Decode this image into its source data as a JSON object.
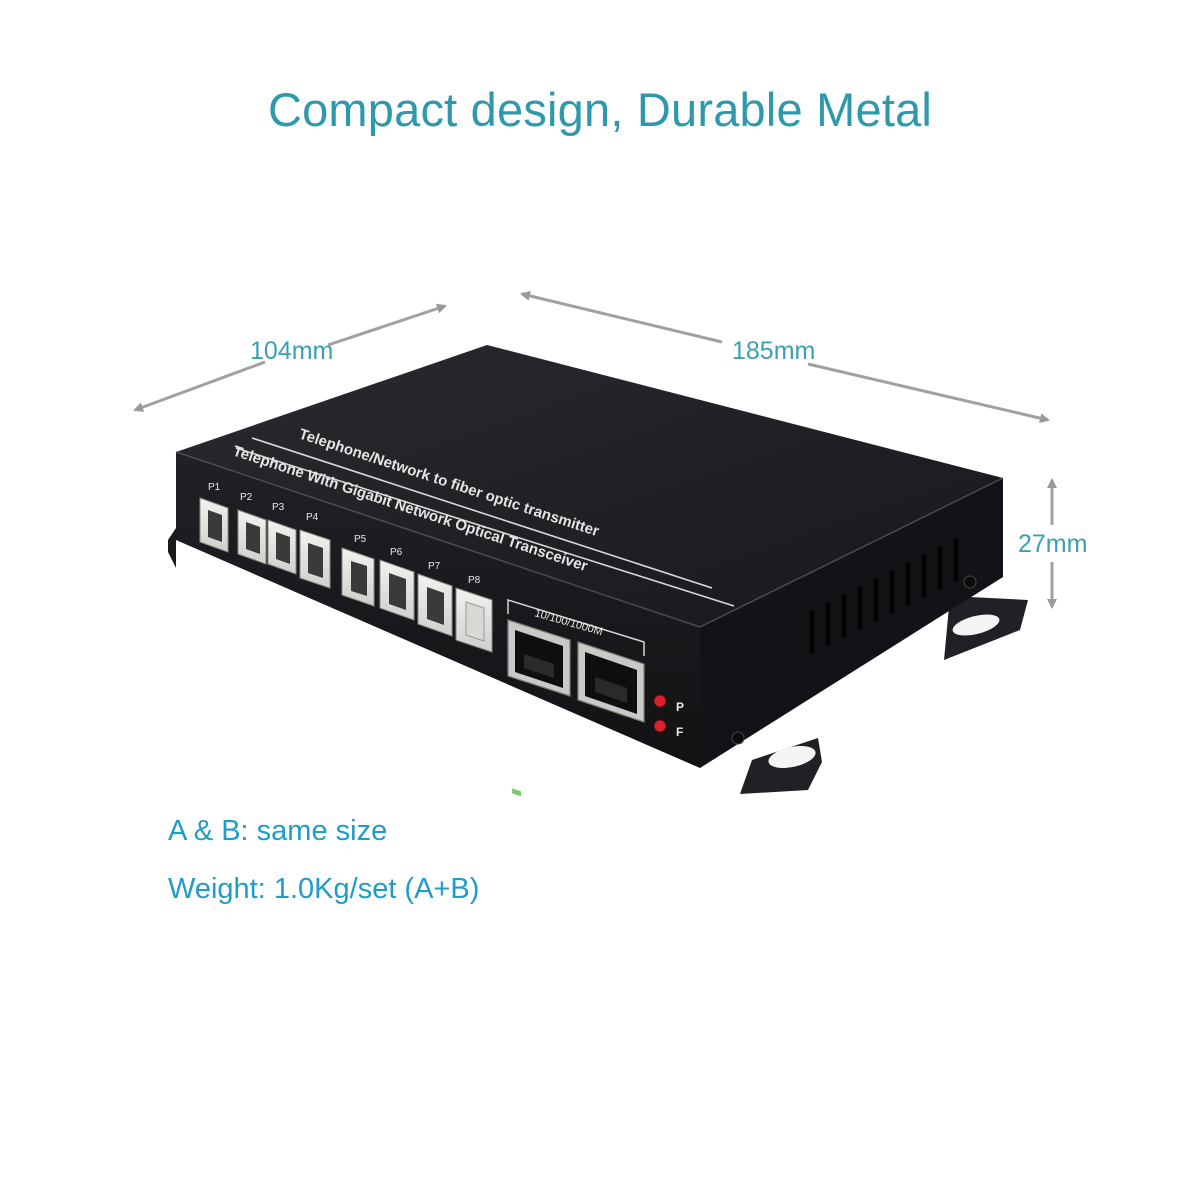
{
  "headline": "Compact design, Durable Metal",
  "dimensions": {
    "depth": "104mm",
    "length": "185mm",
    "height": "27mm"
  },
  "specs": {
    "line1": "A & B: same size",
    "line2": "Weight: 1.0Kg/set (A+B)"
  },
  "device": {
    "top_label_line1": "Telephone/Network to fiber optic transmitter",
    "top_label_line2": "Telephone With Gigabit Network Optical Transceiver",
    "phone_ports": [
      "P1",
      "P2",
      "P3",
      "P4",
      "P5",
      "P6",
      "P7",
      "P8"
    ],
    "ethernet_label": "10/100/1000M",
    "led_labels": [
      "P",
      "F"
    ]
  },
  "colors": {
    "headline": "#2e98ad",
    "dimension_text": "#3a9fb4",
    "spec_text": "#1f9cc8",
    "arrow": "#999999",
    "device_body": "#1b1c1f"
  }
}
